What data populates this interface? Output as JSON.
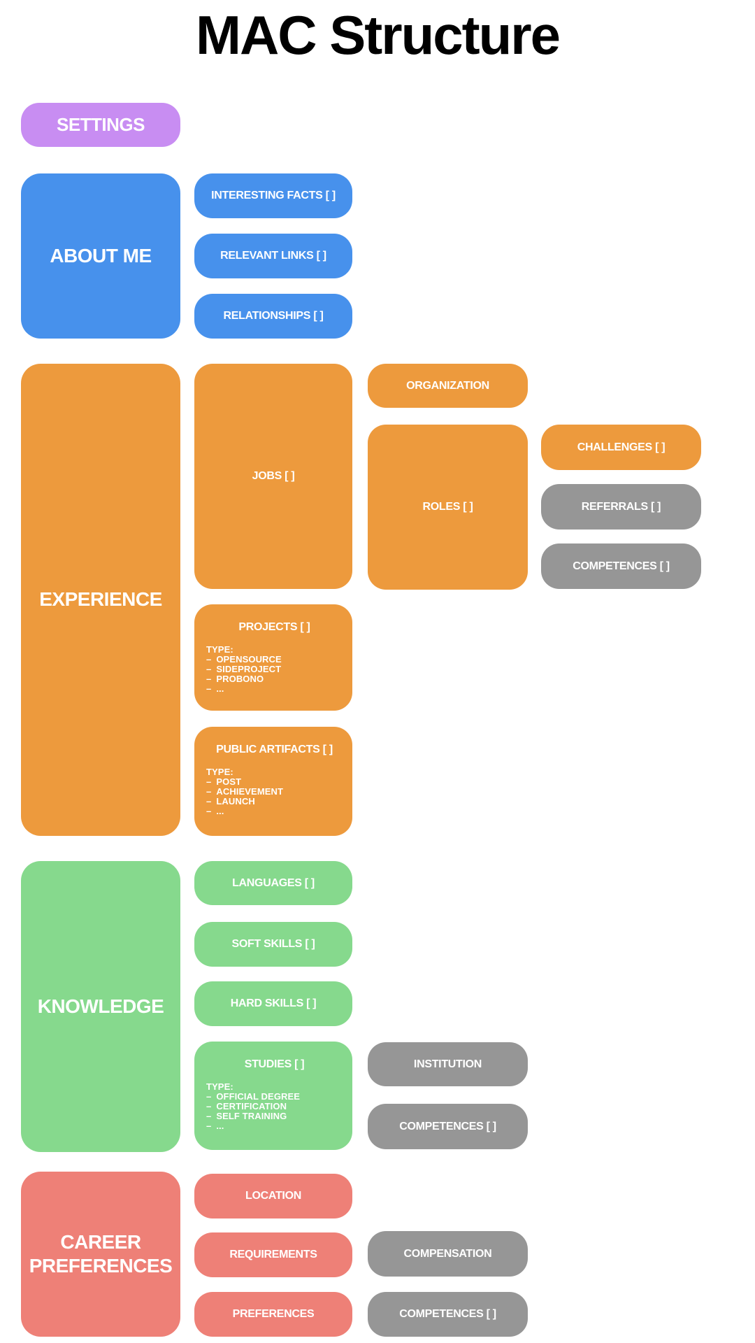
{
  "title": "MAC Structure",
  "glyphs": {
    "dash": "–"
  },
  "palette": {
    "purple": "#c88df2",
    "blue": "#4791ec",
    "orange": "#ed9a3d",
    "green": "#86d98d",
    "salmon": "#ee8077",
    "gray": "#969696",
    "label_text": "#ffffff",
    "title_text": "#000000",
    "background": "#ffffff"
  },
  "nodes": {
    "settings": {
      "label": "SETTINGS"
    },
    "about_me": {
      "label": "ABOUT ME",
      "interesting_facts": {
        "label": "INTERESTING FACTS [ ]"
      },
      "relevant_links": {
        "label": "RELEVANT LINKS [ ]"
      },
      "relationships": {
        "label": "RELATIONSHIPS [ ]"
      }
    },
    "experience": {
      "label": "EXPERIENCE",
      "jobs": {
        "label": "JOBS [ ]",
        "organization": {
          "label": "ORGANIZATION"
        },
        "roles": {
          "label": "ROLES [ ]",
          "challenges": {
            "label": "CHALLENGES [ ]"
          },
          "referrals": {
            "label": "REFERRALS [ ]"
          },
          "competences": {
            "label": "COMPETENCES [ ]"
          }
        }
      },
      "projects": {
        "label": "PROJECTS [ ]",
        "type_heading": "TYPE:",
        "types": [
          "OPENSOURCE",
          "SIDEPROJECT",
          "PROBONO",
          "..."
        ]
      },
      "public_artifacts": {
        "label": "PUBLIC ARTIFACTS [ ]",
        "type_heading": "TYPE:",
        "types": [
          "POST",
          "ACHIEVEMENT",
          "LAUNCH",
          "..."
        ]
      }
    },
    "knowledge": {
      "label": "KNOWLEDGE",
      "languages": {
        "label": "LANGUAGES [ ]"
      },
      "soft_skills": {
        "label": "SOFT SKILLS [ ]"
      },
      "hard_skills": {
        "label": "HARD SKILLS [ ]"
      },
      "studies": {
        "label": "STUDIES [ ]",
        "type_heading": "TYPE:",
        "types": [
          "OFFICIAL DEGREE",
          "CERTIFICATION",
          "SELF TRAINING",
          "..."
        ],
        "institution": {
          "label": "INSTITUTION"
        },
        "competences": {
          "label": "COMPETENCES [ ]"
        }
      }
    },
    "career_preferences": {
      "label": "CAREER PREFERENCES",
      "location": {
        "label": "LOCATION"
      },
      "requirements": {
        "label": "REQUIREMENTS"
      },
      "preferences": {
        "label": "PREFERENCES"
      },
      "compensation": {
        "label": "COMPENSATION"
      },
      "competences": {
        "label": "COMPETENCES [ ]"
      }
    }
  }
}
